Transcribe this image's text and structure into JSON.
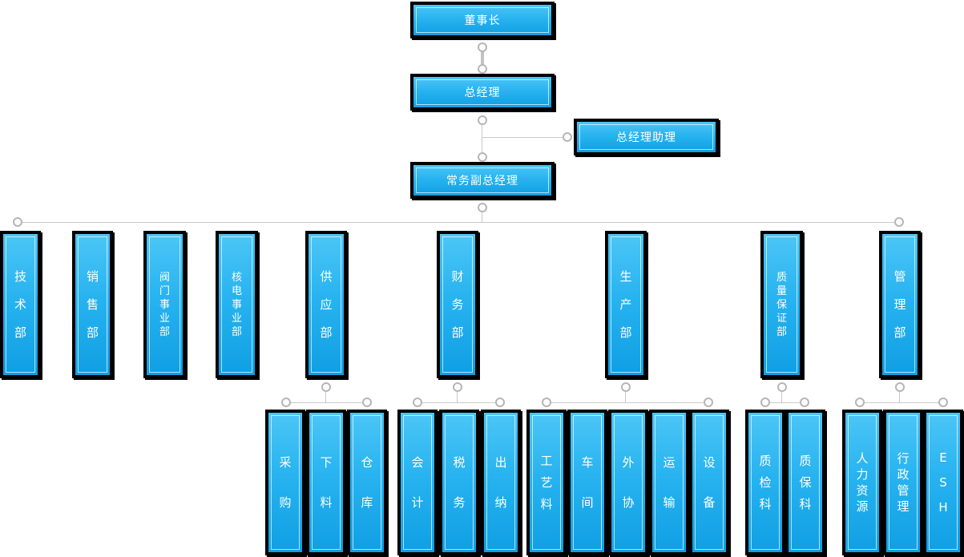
{
  "palette": {
    "box_fill_top": "#4cc6f6",
    "box_fill_bottom": "#0f9fe3",
    "box_frame": "#000000",
    "box_inner_stroke": "#ffffff",
    "box_text": "#ffffff",
    "connector_line": "#c9c9c9",
    "connector_dot_fill": "#fdfdfd",
    "connector_dot_stroke": "#b6b6b6",
    "background": "#ffffff"
  },
  "org": {
    "chairman": {
      "label": "董事长"
    },
    "general_manager": {
      "label": "总经理"
    },
    "gm_assistant": {
      "label": "总经理助理"
    },
    "deputy_gm": {
      "label": "常务副总经理"
    },
    "departments": [
      {
        "id": "tech",
        "label": "技术部"
      },
      {
        "id": "sales",
        "label": "销售部"
      },
      {
        "id": "valve-division",
        "label": "阀门事业部"
      },
      {
        "id": "nuclear-division",
        "label": "核电事业部"
      },
      {
        "id": "supply",
        "label": "供应部"
      },
      {
        "id": "finance",
        "label": "财务部"
      },
      {
        "id": "production",
        "label": "生产部"
      },
      {
        "id": "quality-assurance",
        "label": "质量保证部"
      },
      {
        "id": "management",
        "label": "管理部"
      }
    ],
    "sub_units": {
      "supply": [
        "采购",
        "下料",
        "仓库"
      ],
      "finance": [
        "会计",
        "税务",
        "出纳"
      ],
      "production": [
        "工艺料",
        "车间",
        "外协",
        "运输",
        "设备"
      ],
      "qa": [
        "质检科",
        "质保科"
      ],
      "management": [
        "人力资源",
        "行政管理",
        "ESH"
      ]
    }
  }
}
